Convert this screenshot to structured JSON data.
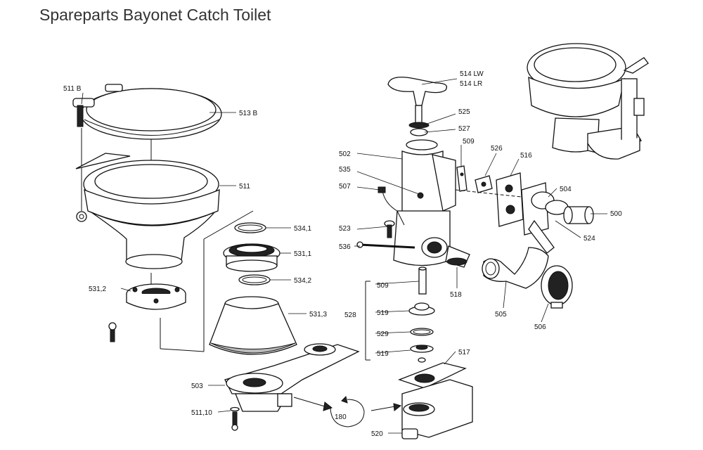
{
  "title": "Spareparts Bayonet Catch Toilet",
  "labels": {
    "l511b": "511 B",
    "l513b": "513 B",
    "l511": "511",
    "l5341": "534,1",
    "l5311": "531,1",
    "l5342": "534,2",
    "l5312": "531,2",
    "l5313": "531,3",
    "l503": "503",
    "l51110": "511,10",
    "l180": "180",
    "l514lw": "514 LW",
    "l514lr": "514 LR",
    "l525": "525",
    "l527": "527",
    "l502": "502",
    "l509a": "509",
    "l526": "526",
    "l516": "516",
    "l535": "535",
    "l507": "507",
    "l504": "504",
    "l500": "500",
    "l523": "523",
    "l524": "524",
    "l536": "536",
    "l509b": "509",
    "l518": "518",
    "l528": "528",
    "l519a": "519",
    "l529": "529",
    "l519b": "519",
    "l505": "505",
    "l506": "506",
    "l517": "517",
    "l520": "520"
  }
}
